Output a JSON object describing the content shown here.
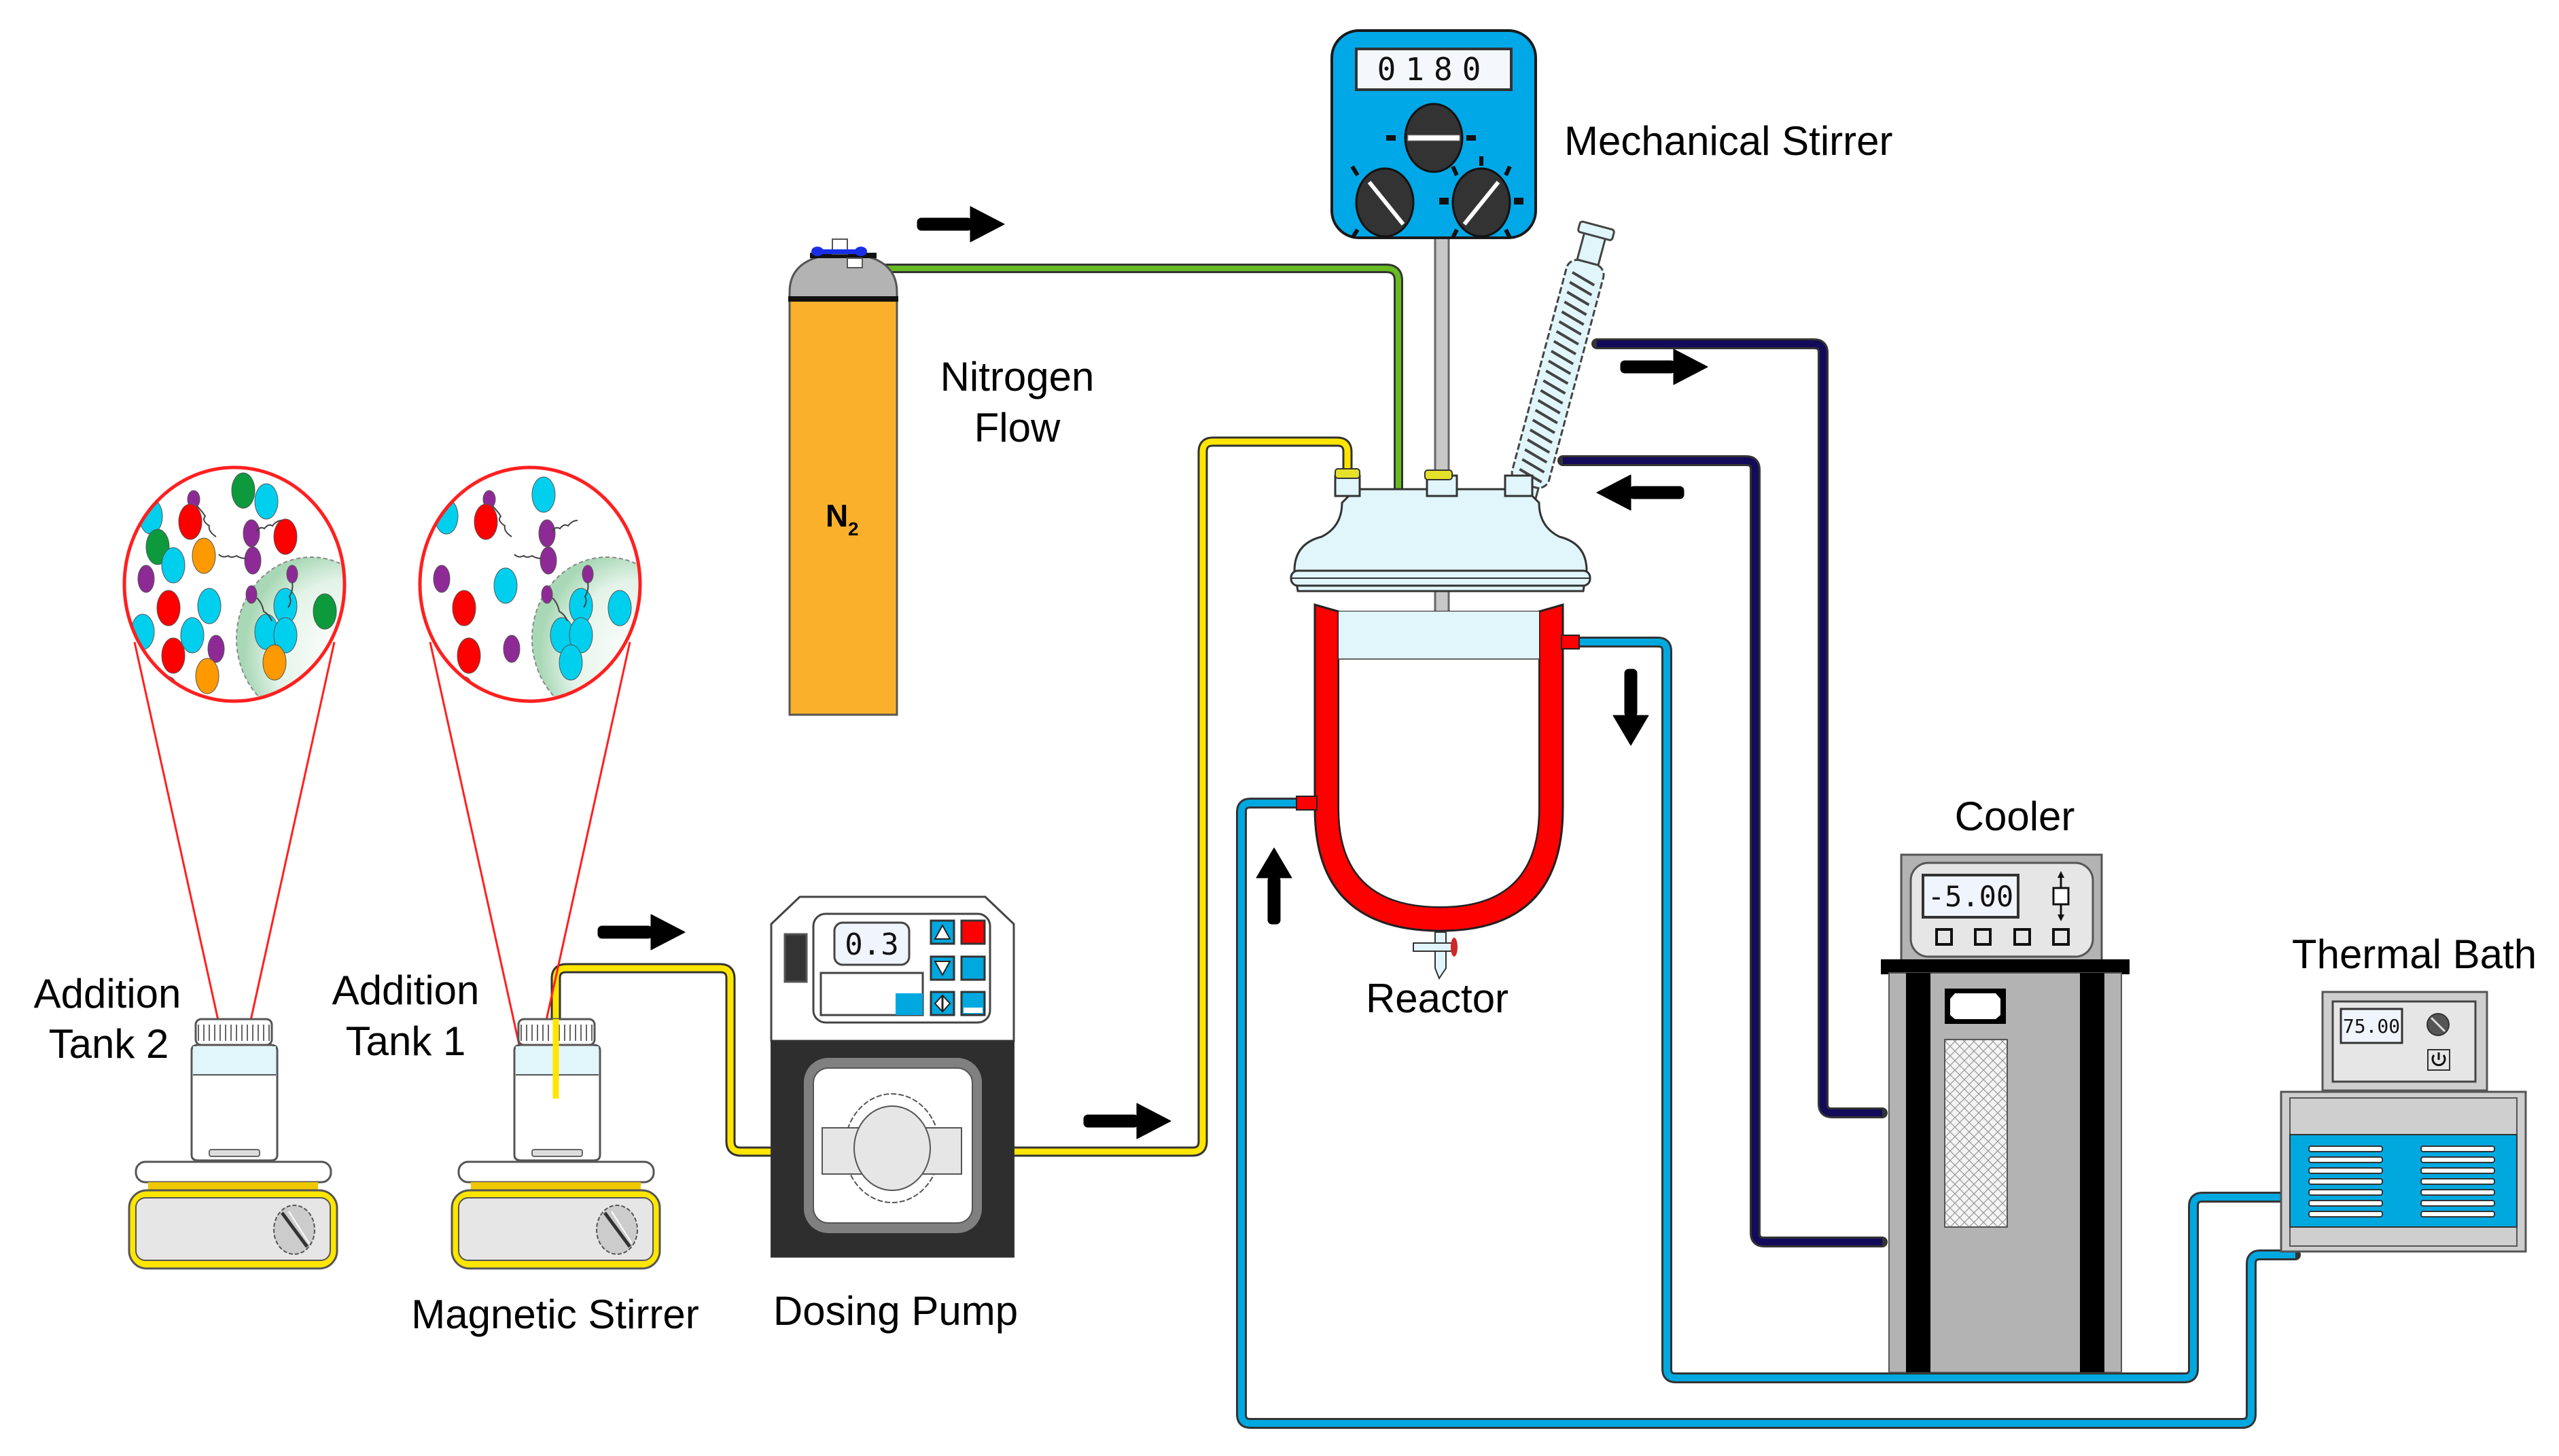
{
  "diagram": {
    "title": "Semi-batch reactor setup",
    "labels": {
      "mechanical_stirrer": "Mechanical Stirrer",
      "nitrogen_flow_line1": "Nitrogen",
      "nitrogen_flow_line2": "Flow",
      "n2_symbol": "N",
      "n2_subscript": "2",
      "reactor": "Reactor",
      "cooler": "Cooler",
      "thermal_bath": "Thermal Bath",
      "addition_tank_2_line1": "Addition",
      "addition_tank_2_line2": "Tank 2",
      "addition_tank_1_line1": "Addition",
      "addition_tank_1_line2": "Tank 1",
      "magnetic_stirrer": "Magnetic Stirrer",
      "dosing_pump": "Dosing Pump"
    },
    "displays": {
      "mechanical_stirrer_rpm": "0180",
      "dosing_pump_rate": "0.3",
      "cooler_temperature": "-5.00",
      "thermal_bath_temperature": "75.00"
    },
    "colors": {
      "stirrer_blue": "#00a8e8",
      "nitrogen_tube": "#66bb22",
      "dosing_tube": "#ffe600",
      "cooler_tube": "#140a5a",
      "bath_tube": "#00a8e0",
      "jacket_red": "#ff0000",
      "glass": "#e0f6fb",
      "cylinder_orange": "#fbb02c",
      "valve_blue": "#1a2ee6"
    },
    "flows": [
      {
        "from": "Nitrogen cylinder",
        "to": "Reactor",
        "medium": "nitrogen"
      },
      {
        "from": "Addition Tank 1",
        "to": "Dosing Pump",
        "medium": "feed"
      },
      {
        "from": "Dosing Pump",
        "to": "Reactor",
        "medium": "feed"
      },
      {
        "from": "Condenser",
        "to": "Cooler",
        "medium": "coolant"
      },
      {
        "from": "Cooler",
        "to": "Condenser",
        "medium": "coolant"
      },
      {
        "from": "Reactor jacket",
        "to": "Thermal Bath",
        "medium": "heating fluid"
      },
      {
        "from": "Thermal Bath",
        "to": "Reactor jacket",
        "medium": "heating fluid"
      }
    ]
  }
}
